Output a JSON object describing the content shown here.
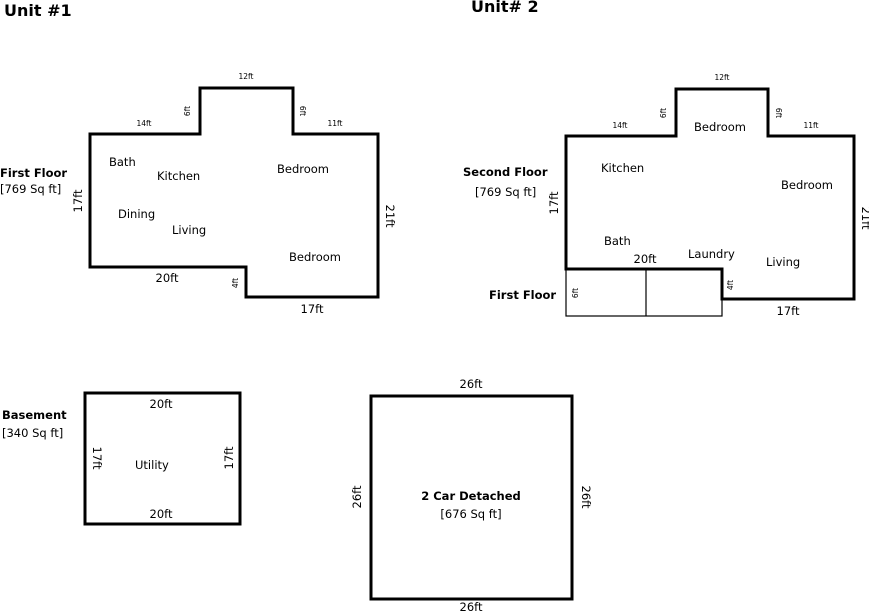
{
  "unit1": {
    "title": "Unit #1",
    "first_floor": {
      "label": "First Floor",
      "area": "[769 Sq ft]",
      "rooms": [
        "Bath",
        "Kitchen",
        "Bedroom",
        "Dining",
        "Living",
        "Bedroom"
      ],
      "dims": {
        "top_left": "14ft",
        "step_left": "6ft",
        "top_mid": "12ft",
        "step_right": "6ft",
        "top_right": "11ft",
        "left": "17ft",
        "right": "21ft",
        "bottom_left": "20ft",
        "notch": "4ft",
        "bottom_right": "17ft"
      }
    },
    "basement": {
      "label": "Basement",
      "area": "[340 Sq ft]",
      "room": "Utility",
      "dims": {
        "top": "20ft",
        "bottom": "20ft",
        "left": "17ft",
        "right": "17ft"
      }
    }
  },
  "unit2": {
    "title": "Unit# 2",
    "second_floor": {
      "label": "Second Floor",
      "area": "[769 Sq ft]",
      "rooms": [
        "Bedroom",
        "Kitchen",
        "Bedroom",
        "Bath",
        "Laundry",
        "Living"
      ],
      "dims": {
        "top_left": "14ft",
        "step_left": "6ft",
        "top_mid": "12ft",
        "step_right": "6ft",
        "top_right": "11ft",
        "left": "17ft",
        "right": "21ft",
        "bottom_left": "20ft",
        "notch": "4ft",
        "bottom_right": "17ft"
      }
    },
    "first_floor_annex": {
      "label": "First Floor",
      "height": "6ft"
    }
  },
  "garage": {
    "label": "2 Car Detached",
    "area": "[676 Sq ft]",
    "dims": {
      "top": "26ft",
      "bottom": "26ft",
      "left": "26ft",
      "right": "26ft"
    }
  }
}
